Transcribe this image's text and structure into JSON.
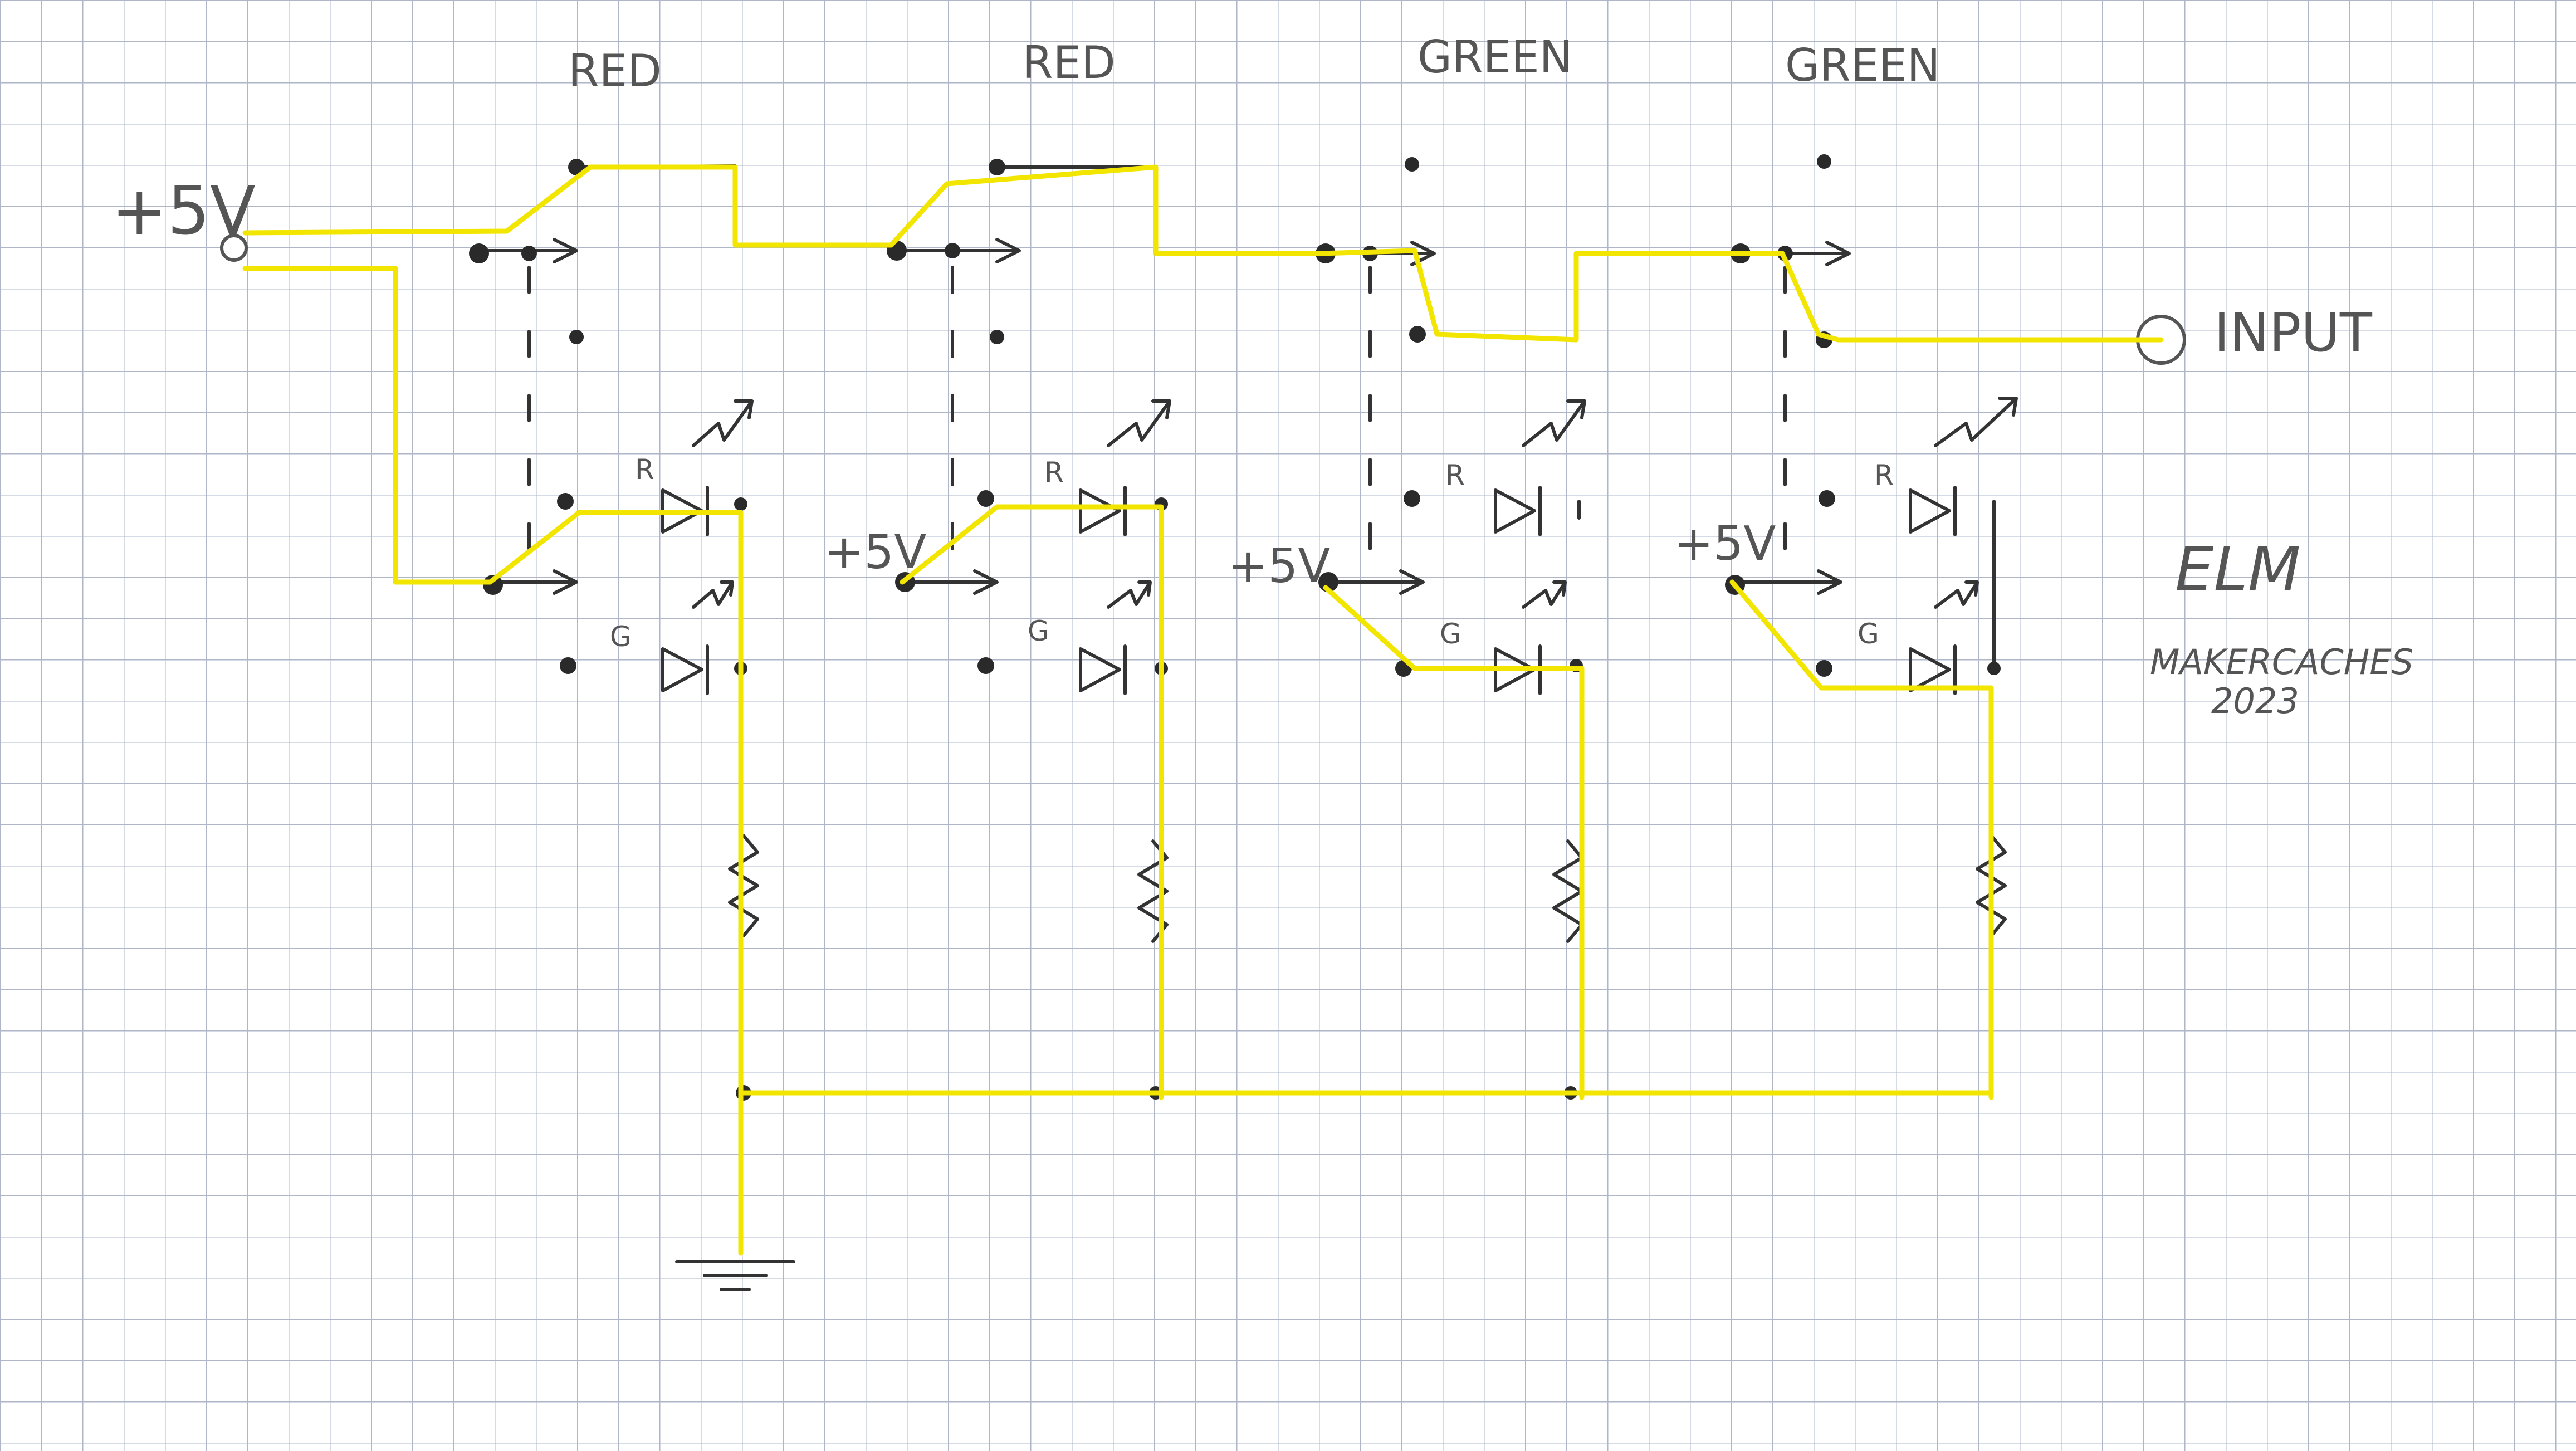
{
  "schematic": {
    "labels": {
      "switch_1": "RED",
      "switch_2": "RED",
      "switch_3": "GREEN",
      "switch_4": "GREEN",
      "supply": "+5V",
      "supply_small_2": "+5V",
      "supply_small_3": "+5V",
      "supply_small_4": "+5V",
      "input": "INPUT",
      "led_r": "R",
      "led_g": "G"
    },
    "signature": {
      "initials": "ELM",
      "credit": "MAKERCACHES",
      "year": "2023"
    },
    "colors": {
      "highlight": "#f2e600",
      "ink": "#333333",
      "grid": "#aeb6c8"
    }
  }
}
